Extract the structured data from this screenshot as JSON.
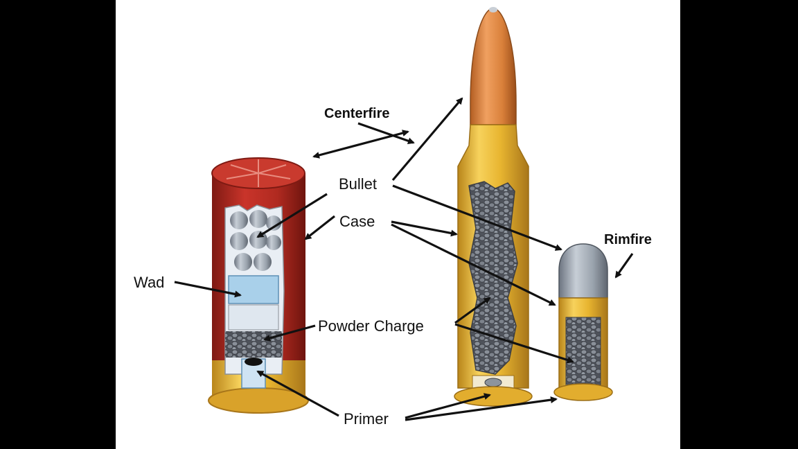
{
  "title": "Cartridge anatomy",
  "labels": {
    "centerfire": "Centerfire",
    "rimfire": "Rimfire",
    "bullet": "Bullet",
    "case": "Case",
    "wad": "Wad",
    "powder_charge": "Powder Charge",
    "primer": "Primer"
  },
  "colors": {
    "shell_red": "#b8281e",
    "brass": "#e7b52c",
    "copper_tip": "#d9803a",
    "lead": "#9aa3ad",
    "powder": "#6b6f78",
    "background": "#ffffff",
    "frame": "#000000"
  }
}
